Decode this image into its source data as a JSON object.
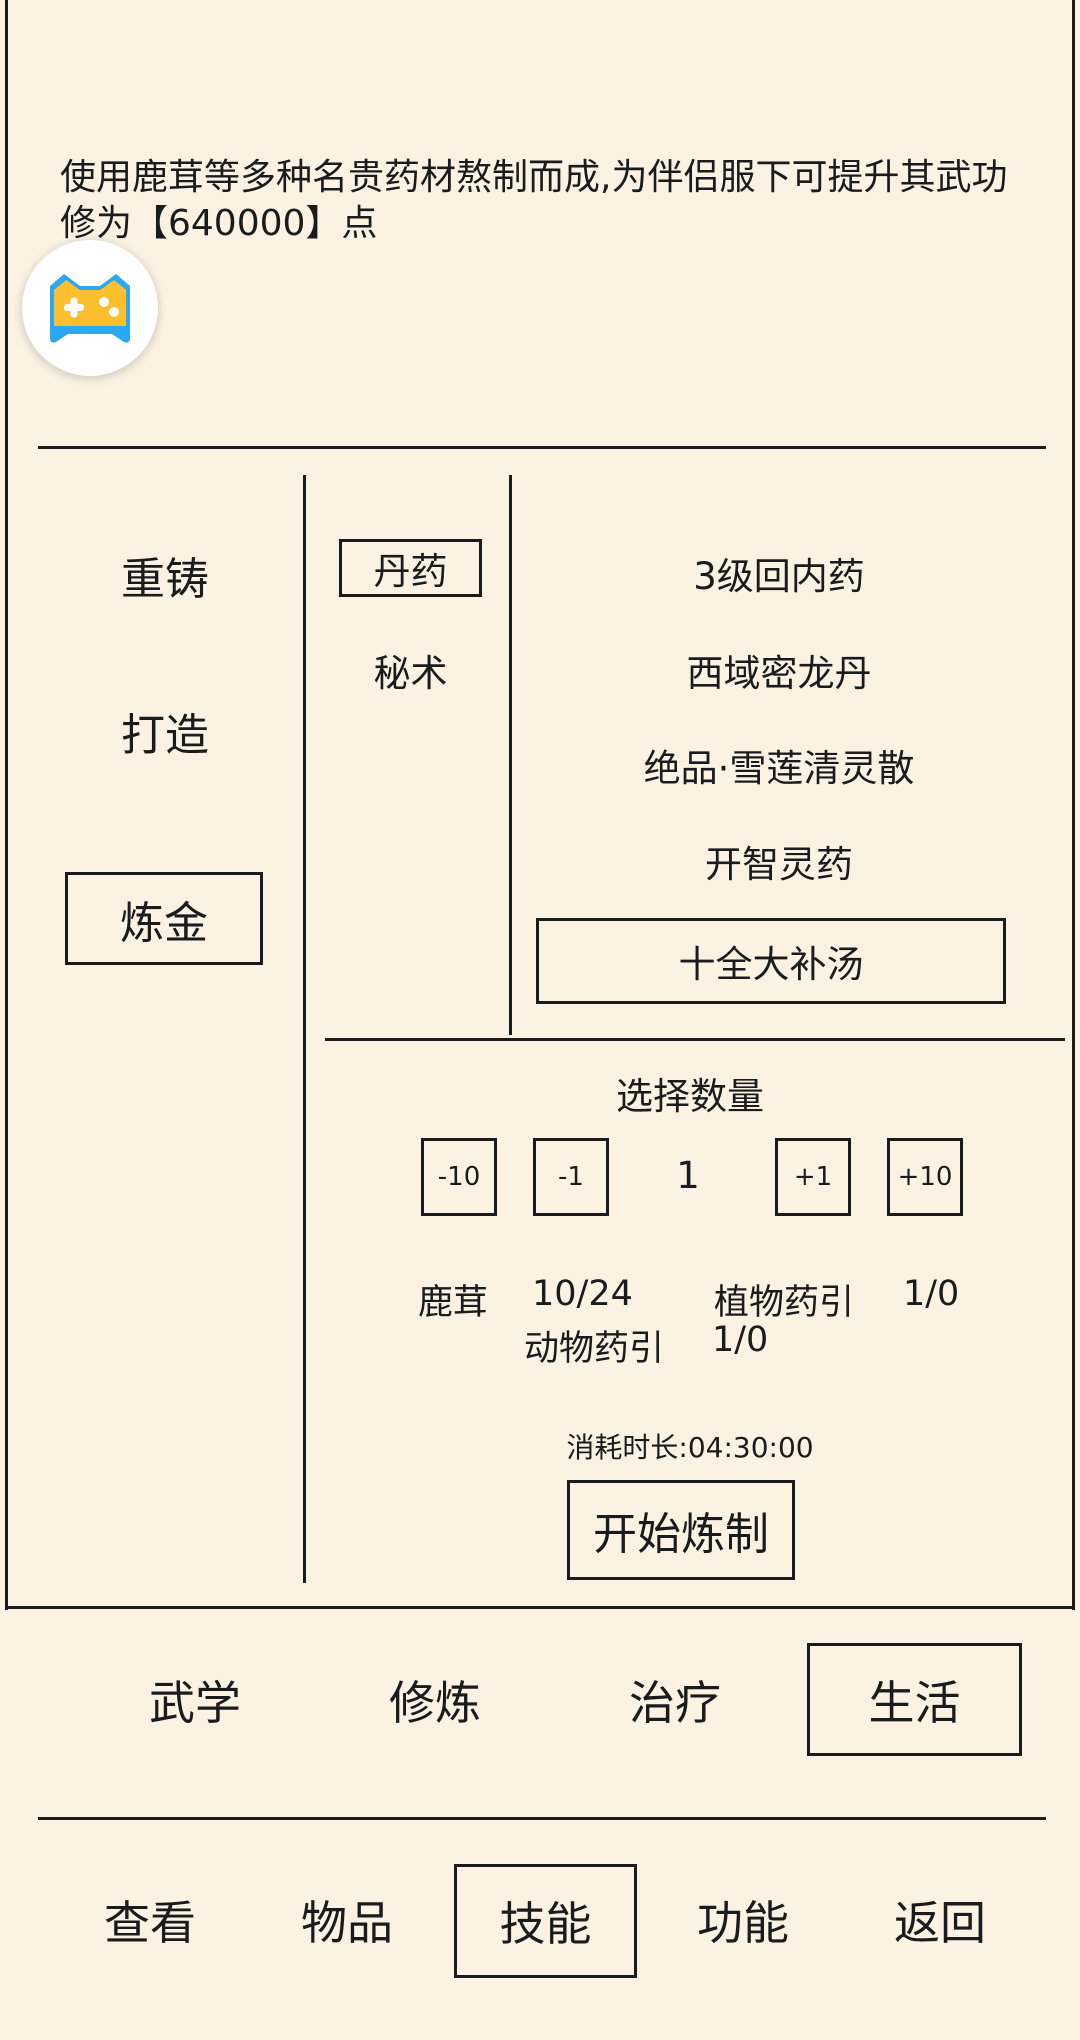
{
  "description": "使用鹿茸等多种名贵药材熬制而成,为伴侣服下可提升其武功修为【640000】点",
  "floating_button": {
    "icon": "gamepad-icon"
  },
  "categories": [
    {
      "label": "重铸",
      "selected": false
    },
    {
      "label": "打造",
      "selected": false
    },
    {
      "label": "炼金",
      "selected": true
    }
  ],
  "subcategories": [
    {
      "label": "丹药",
      "selected": true
    },
    {
      "label": "秘术",
      "selected": false
    }
  ],
  "recipes": [
    {
      "label": "3级回内药",
      "selected": false
    },
    {
      "label": "西域密龙丹",
      "selected": false
    },
    {
      "label": "绝品·雪莲清灵散",
      "selected": false
    },
    {
      "label": "开智灵药",
      "selected": false
    },
    {
      "label": "十全大补汤",
      "selected": true
    }
  ],
  "quantity": {
    "title": "选择数量",
    "minus10": "-10",
    "minus1": "-1",
    "value": "1",
    "plus1": "+1",
    "plus10": "+10"
  },
  "materials": [
    {
      "name": "鹿茸",
      "amount": "10/24"
    },
    {
      "name": "植物药引",
      "amount": "1/0"
    },
    {
      "name": "动物药引",
      "amount": "1/0"
    }
  ],
  "duration": "消耗时长:04:30:00",
  "start_button": "开始炼制",
  "skill_tabs": [
    {
      "label": "武学",
      "selected": false
    },
    {
      "label": "修炼",
      "selected": false
    },
    {
      "label": "治疗",
      "selected": false
    },
    {
      "label": "生活",
      "selected": true
    }
  ],
  "bottom_nav": [
    {
      "label": "查看",
      "selected": false
    },
    {
      "label": "物品",
      "selected": false
    },
    {
      "label": "技能",
      "selected": true
    },
    {
      "label": "功能",
      "selected": false
    },
    {
      "label": "返回",
      "selected": false
    }
  ]
}
